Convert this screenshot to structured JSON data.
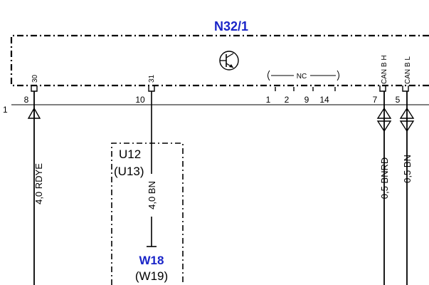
{
  "component": {
    "name": "N32/1",
    "pin_labels": [
      "30",
      "31",
      "CAN B H",
      "CAN B L"
    ],
    "nc_label": "NC"
  },
  "terminals": {
    "bus_label": "1",
    "numbers": [
      "8",
      "10",
      "1",
      "2",
      "9",
      "14",
      "7",
      "5"
    ]
  },
  "wires": {
    "w1": "4,0 RDYE",
    "w2": "4,0 BN",
    "w3": "0,5 BNRD",
    "w4": "0,5 BN"
  },
  "connector_box": {
    "primary": "U12",
    "secondary": "(U13)"
  },
  "ground_point": {
    "primary": "W18",
    "secondary": "(W19)"
  },
  "colors": {
    "ink": "#000000",
    "label_blue": "#1a25c8"
  }
}
